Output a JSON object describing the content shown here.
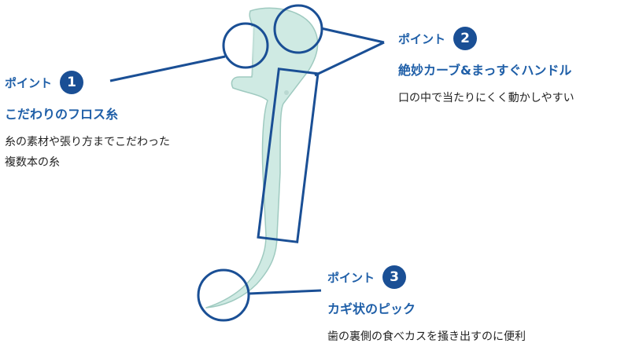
{
  "colors": {
    "accent": "#1a4f95",
    "accent_text": "#1f5fa8",
    "pick_fill": "#cfeae3",
    "pick_stroke": "#9fcac0",
    "text": "#222222"
  },
  "callouts": [
    {
      "point_label": "ポイント",
      "number": "1",
      "headline": "こだわりのフロス糸",
      "description": "糸の素材や張り方までこだわった\n複数本の糸"
    },
    {
      "point_label": "ポイント",
      "number": "2",
      "headline": "絶妙カーブ&まっすぐハンドル",
      "description": "口の中で当たりにくく動かしやすい"
    },
    {
      "point_label": "ポイント",
      "number": "3",
      "headline": "カギ状のピック",
      "description": "歯の裏側の食べカスを掻き出すのに便利"
    }
  ]
}
